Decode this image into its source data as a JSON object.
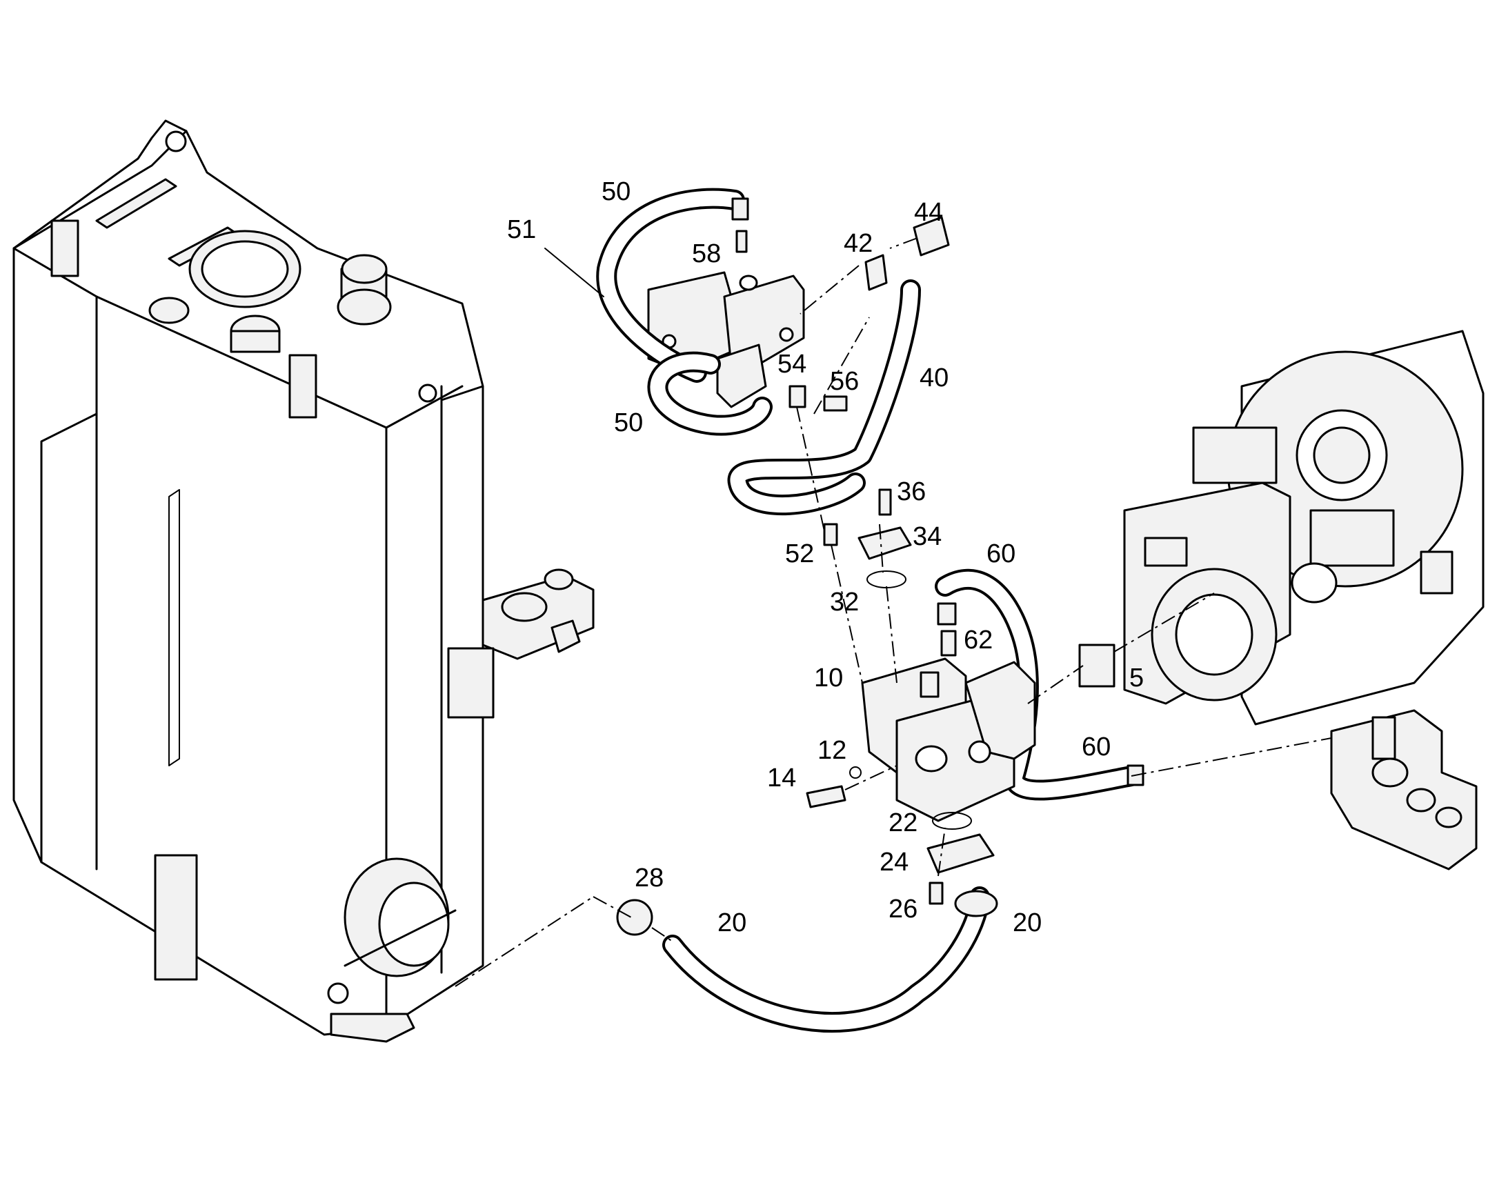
{
  "diagram": {
    "callouts": [
      {
        "id": "c50a",
        "text": "50"
      },
      {
        "id": "c51",
        "text": "51"
      },
      {
        "id": "c58",
        "text": "58"
      },
      {
        "id": "c42",
        "text": "42"
      },
      {
        "id": "c44",
        "text": "44"
      },
      {
        "id": "c54",
        "text": "54"
      },
      {
        "id": "c56",
        "text": "56"
      },
      {
        "id": "c40",
        "text": "40"
      },
      {
        "id": "c50b",
        "text": "50"
      },
      {
        "id": "c36",
        "text": "36"
      },
      {
        "id": "c52",
        "text": "52"
      },
      {
        "id": "c34",
        "text": "34"
      },
      {
        "id": "c60a",
        "text": "60"
      },
      {
        "id": "c32",
        "text": "32"
      },
      {
        "id": "c62",
        "text": "62"
      },
      {
        "id": "c10",
        "text": "10"
      },
      {
        "id": "c5",
        "text": "5"
      },
      {
        "id": "c12",
        "text": "12"
      },
      {
        "id": "c60b",
        "text": "60"
      },
      {
        "id": "c14",
        "text": "14"
      },
      {
        "id": "c22",
        "text": "22"
      },
      {
        "id": "c24",
        "text": "24"
      },
      {
        "id": "c28",
        "text": "28"
      },
      {
        "id": "c26",
        "text": "26"
      },
      {
        "id": "c20a",
        "text": "20"
      },
      {
        "id": "c20b",
        "text": "20"
      }
    ]
  },
  "colors": {
    "line": "#000000",
    "background": "#ffffff",
    "part_fill": "#f2f2f2"
  }
}
